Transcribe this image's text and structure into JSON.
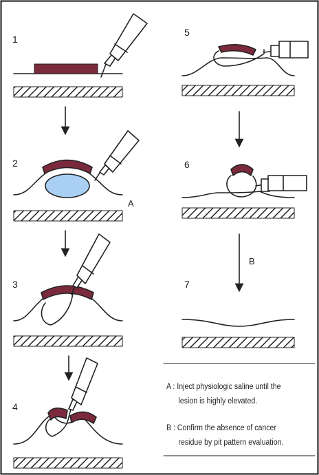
{
  "steps": [
    "1",
    "2",
    "3",
    "4",
    "5",
    "6",
    "7"
  ],
  "markers": {
    "a": "A",
    "b": "B"
  },
  "captions": {
    "a": {
      "key": "A :",
      "line1": "Inject physiologic saline until the",
      "line2": "lesion is highly elevated."
    },
    "b": {
      "key": "B :",
      "line1": "Confirm the absence of cancer",
      "line2": "residue by pit pattern evaluation."
    }
  },
  "colors": {
    "lesion": "#7b2a3c",
    "saline": "#a9d0f2",
    "line": "#222222",
    "frame": "#111111"
  }
}
